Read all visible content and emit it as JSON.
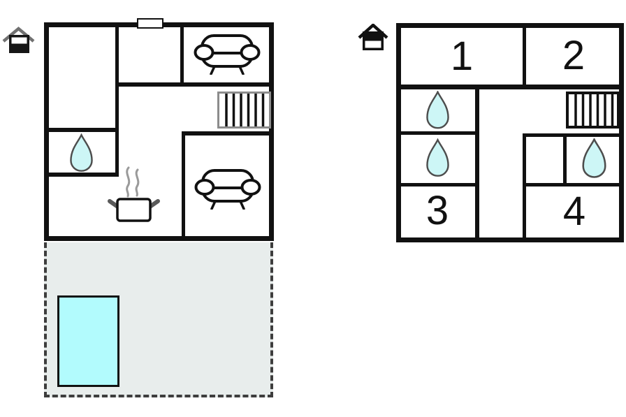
{
  "diagram": {
    "type": "vacation-house-floor-plan",
    "colors": {
      "wall": "#111111",
      "water_drop_fill": "#cdf6f6",
      "water_drop_outline": "#4d4d4d",
      "pool_fill": "#b2fbfd",
      "terrace_fill": "#e8edec",
      "terrace_dash": "#3d3d3d",
      "ground_stairs_border": "#8c8c8c",
      "steam": "#999999"
    },
    "ground_floor": {
      "level_icon": "house-ground-floor-icon",
      "icons": [
        "window",
        "sofa",
        "sofa",
        "water-drop",
        "cooking-pot",
        "stairs",
        "terrace",
        "pool"
      ],
      "sofa_count": 2,
      "water_drop_count": 1
    },
    "upper_floor": {
      "level_icon": "house-upper-floor-icon",
      "rooms": [
        {
          "number": "1"
        },
        {
          "number": "2"
        },
        {
          "number": "3"
        },
        {
          "number": "4"
        }
      ],
      "icons": [
        "stairs",
        "water-drop",
        "water-drop",
        "water-drop"
      ],
      "water_drop_count": 3
    }
  }
}
